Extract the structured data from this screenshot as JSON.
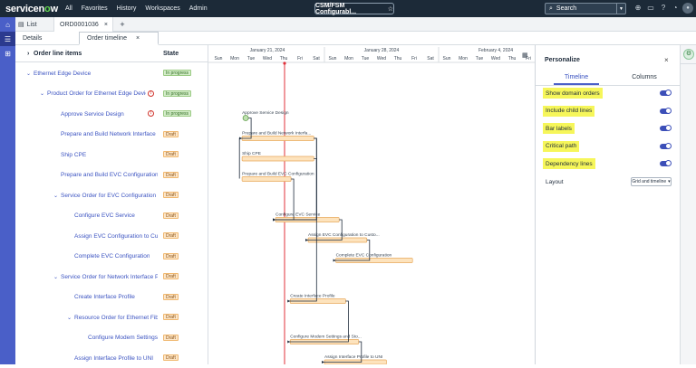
{
  "topnav": {
    "logo": "servicenow",
    "menu": [
      "All",
      "Favorites",
      "History",
      "Workspaces",
      "Admin"
    ],
    "app_title": "CSM/FSM Configurabl...",
    "search_placeholder": "Search"
  },
  "tabs": {
    "list_label": "List",
    "record_label": "ORD0001036"
  },
  "subtabs": [
    "Details",
    "Order timeline"
  ],
  "grid": {
    "col_items": "Order line items",
    "col_state": "State",
    "rows": [
      {
        "label": "Ethernet Edge Device",
        "state": "In progress",
        "kind": "prog",
        "indent": 0,
        "chev": true,
        "warn": false
      },
      {
        "label": "Product Order for Ethernet Edge Device",
        "state": "In progress",
        "kind": "prog",
        "indent": 1,
        "chev": true,
        "warn": true
      },
      {
        "label": "Approve Service Design",
        "state": "In progress",
        "kind": "prog",
        "indent": 2,
        "chev": false,
        "warn": true
      },
      {
        "label": "Prepare and Build Network Interface Pr",
        "state": "Draft",
        "kind": "draft",
        "indent": 2,
        "chev": false,
        "warn": false
      },
      {
        "label": "Ship CPE",
        "state": "Draft",
        "kind": "draft",
        "indent": 2,
        "chev": false,
        "warn": false
      },
      {
        "label": "Prepare and Build EVC Configuration",
        "state": "Draft",
        "kind": "draft",
        "indent": 2,
        "chev": false,
        "warn": false
      },
      {
        "label": "Service Order for EVC Configuration Se",
        "state": "Draft",
        "kind": "draft",
        "indent": 2,
        "chev": true,
        "warn": false
      },
      {
        "label": "Configure EVC Service",
        "state": "Draft",
        "kind": "draft",
        "indent": 3,
        "chev": false,
        "warn": false
      },
      {
        "label": "Assign EVC Configuration to Cust",
        "state": "Draft",
        "kind": "draft",
        "indent": 3,
        "chev": false,
        "warn": false
      },
      {
        "label": "Complete EVC Configuration",
        "state": "Draft",
        "kind": "draft",
        "indent": 3,
        "chev": false,
        "warn": false
      },
      {
        "label": "Service Order for Network Interface Pr",
        "state": "Draft",
        "kind": "draft",
        "indent": 2,
        "chev": true,
        "warn": false
      },
      {
        "label": "Create Interface Profile",
        "state": "Draft",
        "kind": "draft",
        "indent": 3,
        "chev": false,
        "warn": false
      },
      {
        "label": "Resource Order for Ethernet Fibe",
        "state": "Draft",
        "kind": "draft",
        "indent": 3,
        "chev": true,
        "warn": false
      },
      {
        "label": "Configure Modem Settings a",
        "state": "Draft",
        "kind": "draft",
        "indent": 4,
        "chev": false,
        "warn": false
      },
      {
        "label": "Assign Interface Profile to UNI",
        "state": "Draft",
        "kind": "draft",
        "indent": 3,
        "chev": false,
        "warn": false
      }
    ]
  },
  "timeline": {
    "weeks": [
      "January 21, 2024",
      "January 28, 2024",
      "February 4, 2024"
    ],
    "days": [
      "Sun",
      "Mon",
      "Tue",
      "Wed",
      "Thu",
      "Fri",
      "Sat",
      "Sun",
      "Mon",
      "Tue",
      "Wed",
      "Thu",
      "Fri",
      "Sat",
      "Sun",
      "Mon",
      "Tue",
      "Wed",
      "Thu",
      "Fri"
    ],
    "bars": [
      {
        "label": "Approve Service Design",
        "row": 2,
        "start": 1.95,
        "span": 0.35,
        "milestone": true
      },
      {
        "label": "Prepare and Build Network Interfa...",
        "row": 3,
        "start": 1.95,
        "span": 4.4
      },
      {
        "label": "Ship CPE",
        "row": 4,
        "start": 1.95,
        "span": 4.4
      },
      {
        "label": "Prepare and Build EVC Configuration",
        "row": 5,
        "start": 1.95,
        "span": 3.0
      },
      {
        "label": "Configure EVC Service",
        "row": 7,
        "start": 4.0,
        "span": 3.9
      },
      {
        "label": "Assign EVC Configuration to Custo...",
        "row": 8,
        "start": 6.0,
        "span": 3.6
      },
      {
        "label": "Complete EVC Configuration",
        "row": 9,
        "start": 7.7,
        "span": 4.7
      },
      {
        "label": "Create Interface Profile",
        "row": 11,
        "start": 4.9,
        "span": 3.4
      },
      {
        "label": "Configure Modem Settings and Sto...",
        "row": 13,
        "start": 4.9,
        "span": 4.2
      },
      {
        "label": "Assign Interface Profile to UNI",
        "row": 14,
        "start": 7.0,
        "span": 3.8
      }
    ],
    "today_col": 4.5
  },
  "panel": {
    "title": "Personalize",
    "tabs": [
      "Timeline",
      "Columns"
    ],
    "options": [
      "Show domain orders",
      "Include child lines",
      "Bar labels",
      "Critical path",
      "Dependency lines"
    ],
    "layout_label": "Layout",
    "layout_value": "Grid and timeline"
  }
}
